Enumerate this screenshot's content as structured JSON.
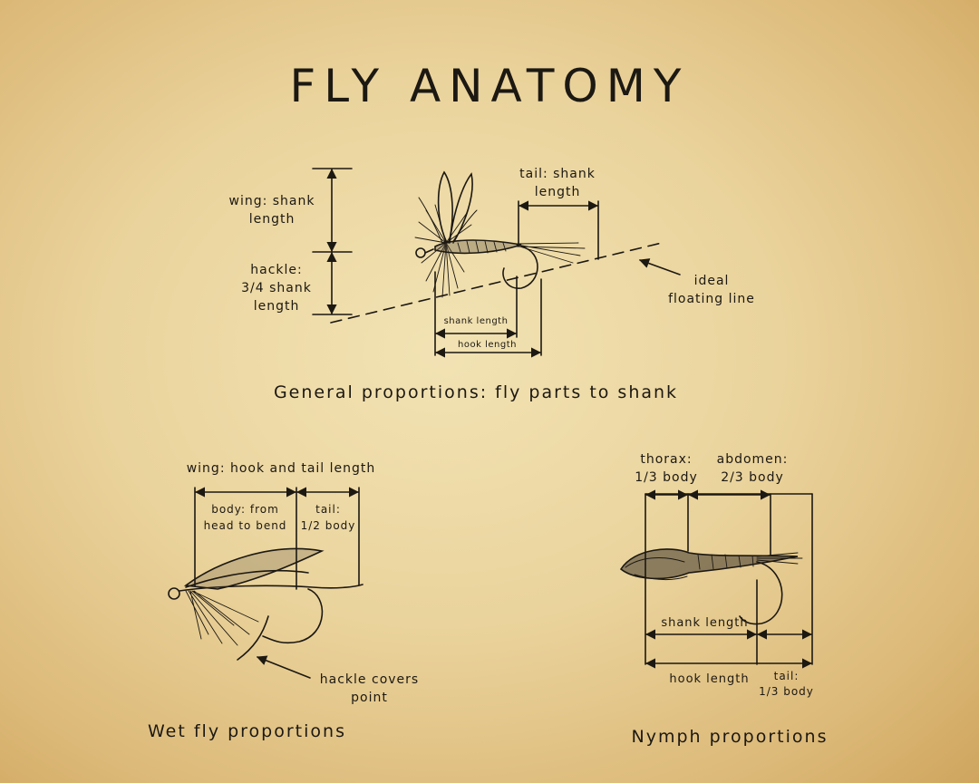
{
  "title": "FLY ANATOMY",
  "general": {
    "caption": "General proportions: fly parts to shank",
    "wing": "wing: shank\nlength",
    "hackle": "hackle:\n3/4 shank\nlength",
    "tail": "tail: shank\nlength",
    "floating": "ideal\nfloating line",
    "shank": "shank length",
    "hook": "hook length"
  },
  "wet": {
    "caption": "Wet fly proportions",
    "wing": "wing: hook and tail length",
    "body": "body: from\nhead to bend",
    "tail": "tail:\n1/2 body",
    "hackle": "hackle covers\npoint"
  },
  "nymph": {
    "caption": "Nymph proportions",
    "thorax": "thorax:\n1/3 body",
    "abdomen": "abdomen:\n2/3 body",
    "shank": "shank length",
    "hook": "hook length",
    "tail": "tail:\n1/3 body"
  },
  "colors": {
    "ink": "#1c1812",
    "paper": "#ead39c"
  }
}
